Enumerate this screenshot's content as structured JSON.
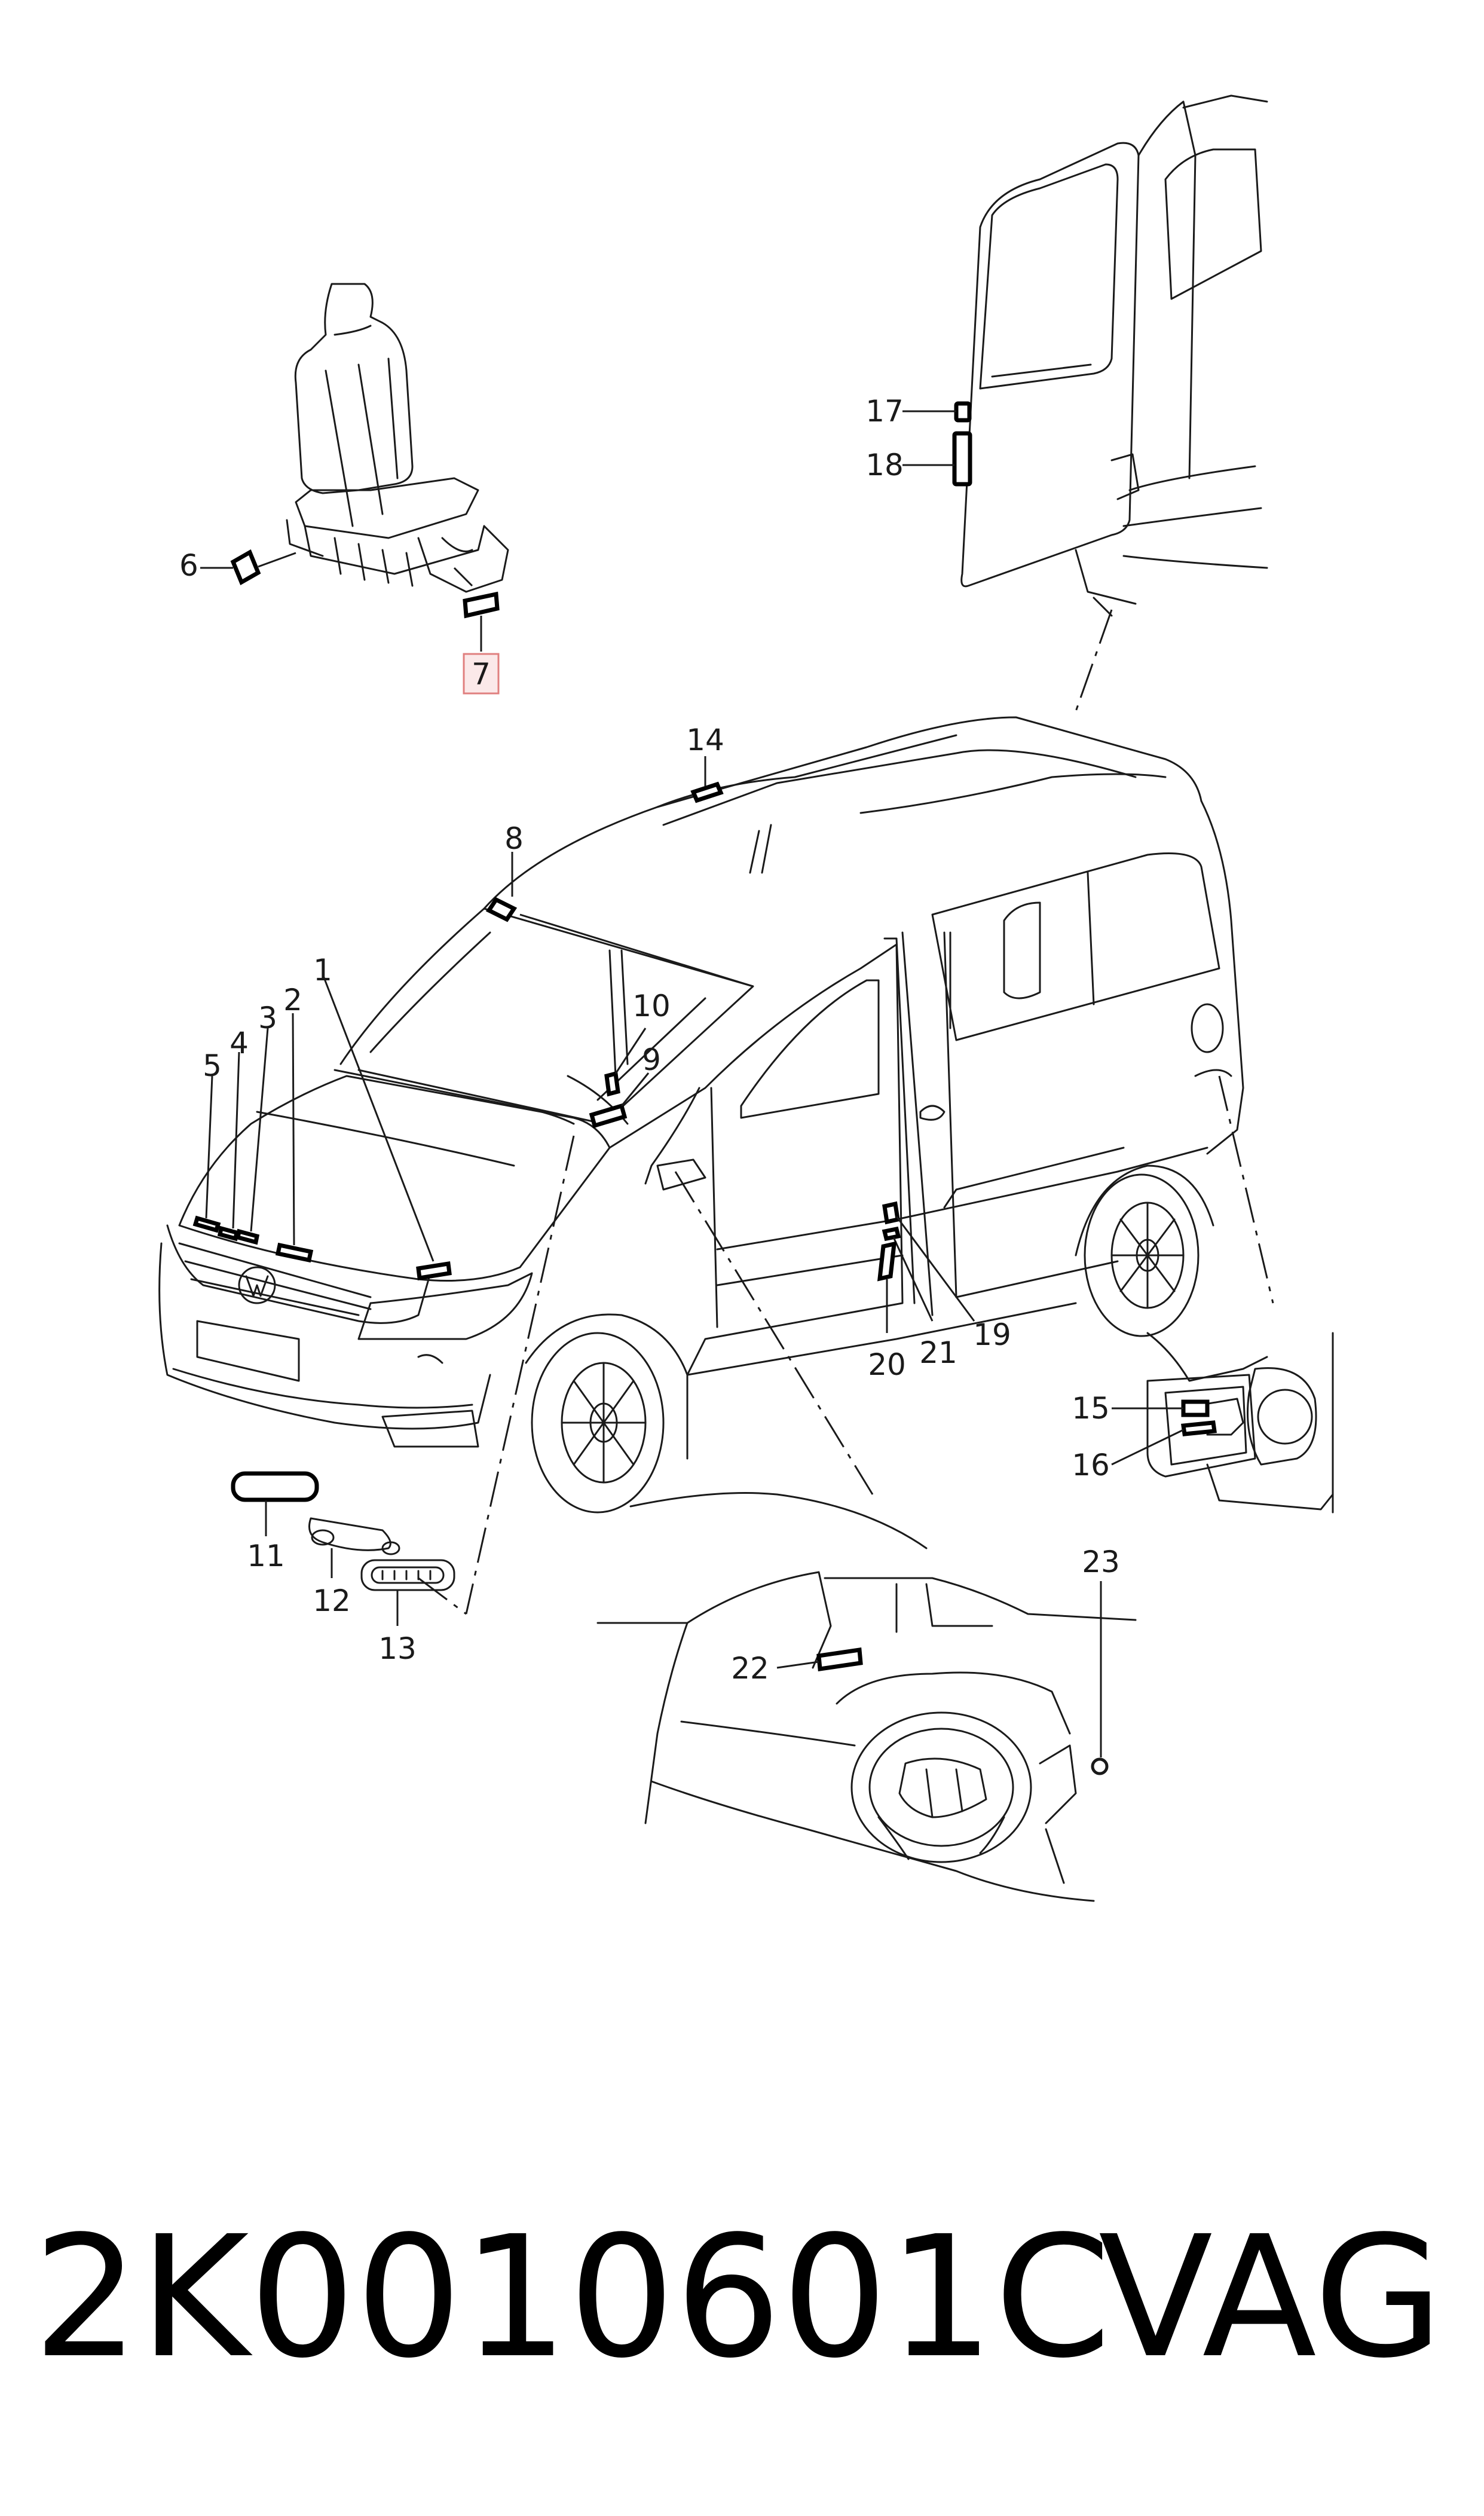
{
  "diagram": {
    "callouts": [
      {
        "id": "1",
        "label": "1"
      },
      {
        "id": "2",
        "label": "2"
      },
      {
        "id": "3",
        "label": "3"
      },
      {
        "id": "4",
        "label": "4"
      },
      {
        "id": "5",
        "label": "5"
      },
      {
        "id": "6",
        "label": "6"
      },
      {
        "id": "7",
        "label": "7",
        "highlighted": true
      },
      {
        "id": "8",
        "label": "8"
      },
      {
        "id": "9",
        "label": "9"
      },
      {
        "id": "10",
        "label": "10"
      },
      {
        "id": "11",
        "label": "11"
      },
      {
        "id": "12",
        "label": "12"
      },
      {
        "id": "13",
        "label": "13"
      },
      {
        "id": "14",
        "label": "14"
      },
      {
        "id": "15",
        "label": "15"
      },
      {
        "id": "16",
        "label": "16"
      },
      {
        "id": "17",
        "label": "17"
      },
      {
        "id": "18",
        "label": "18"
      },
      {
        "id": "19",
        "label": "19"
      },
      {
        "id": "20",
        "label": "20"
      },
      {
        "id": "21",
        "label": "21"
      },
      {
        "id": "22",
        "label": "22"
      },
      {
        "id": "23",
        "label": "23"
      }
    ],
    "highlight_color": "#e0807f"
  },
  "footer": {
    "part_number": "2K0010601C",
    "brand": "VAG"
  }
}
